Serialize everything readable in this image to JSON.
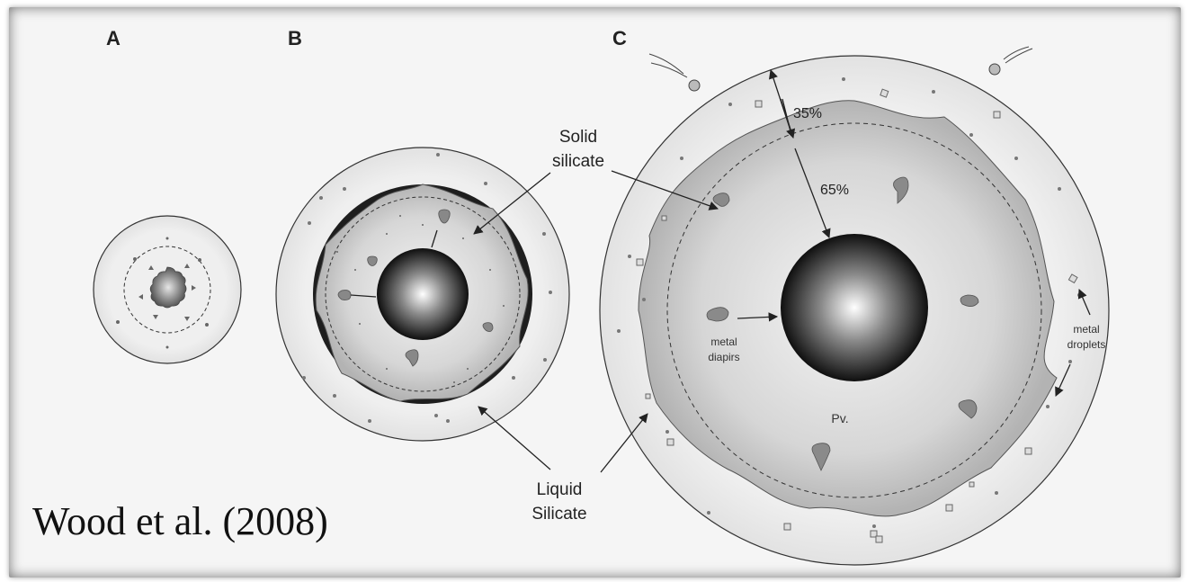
{
  "panels": [
    {
      "label": "A"
    },
    {
      "label": "B"
    },
    {
      "label": "C"
    }
  ],
  "labels": {
    "solid_line1": "Solid",
    "solid_line2": "silicate",
    "liquid_line1": "Liquid",
    "liquid_line2": "Silicate",
    "pct_top": "35%",
    "pct_bottom": "65%",
    "diapirs_line1": "metal",
    "diapirs_line2": "diapirs",
    "droplets_line1": "metal",
    "droplets_line2": "droplets",
    "pv": "Pv."
  },
  "citation": "Wood et al. (2008)",
  "colors": {
    "background": "#f5f5f5",
    "liquid": "#ececec",
    "solid": "#c4c4c4",
    "dark_rim": "#1e1e1e",
    "core_outer": "#0f0f0f",
    "core_inner": "#ffffff",
    "line": "#222222"
  }
}
